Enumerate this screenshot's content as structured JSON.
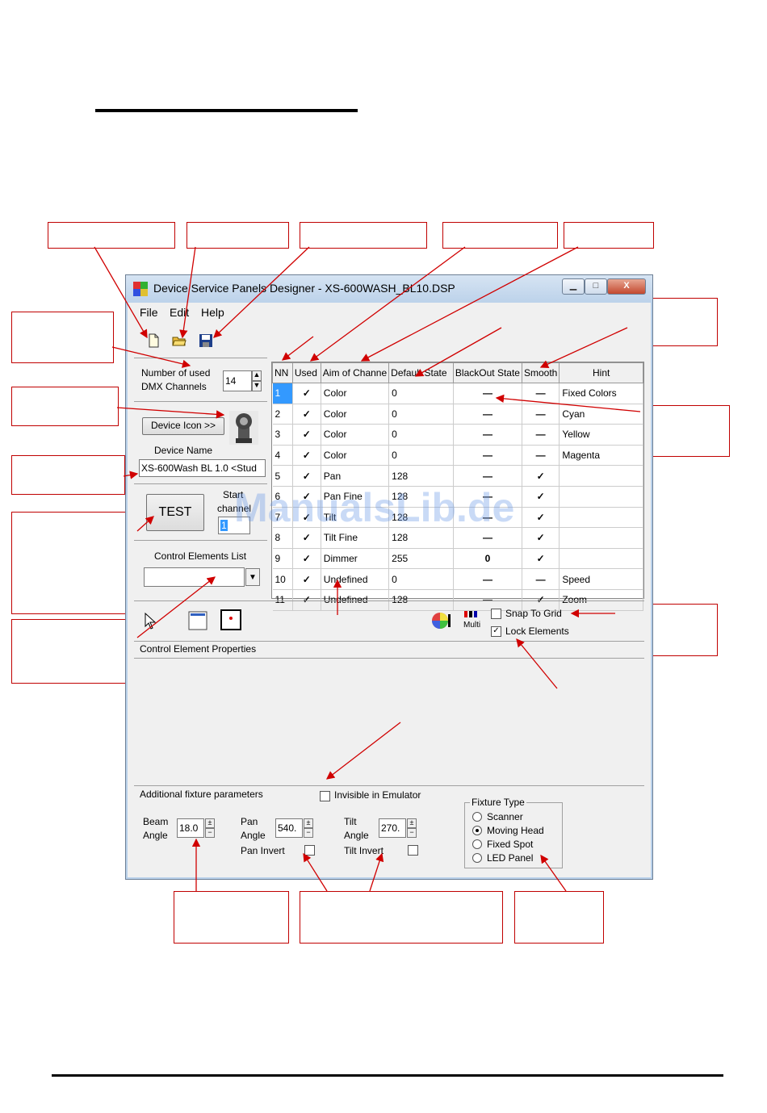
{
  "window": {
    "title": "Device Service Panels Designer - XS-600WASH_BL10.DSP",
    "min_label": "▁",
    "max_label": "□",
    "close_label": "X"
  },
  "menu": [
    "File",
    "Edit",
    "Help"
  ],
  "left_panel": {
    "channels_label_1": "Number of used",
    "channels_label_2": "DMX Channels",
    "channels_value": "14",
    "device_icon_button": "Device Icon >>",
    "device_name_label": "Device Name",
    "device_name_value": "XS-600Wash BL 1.0 <Stud",
    "test_button": "TEST",
    "start_channel_label_1": "Start",
    "start_channel_label_2": "channel",
    "start_channel_value": "1",
    "control_elements_label": "Control Elements List"
  },
  "grid": {
    "columns": [
      "NN",
      "Used",
      "Aim of Channe",
      "Default State",
      "BlackOut State",
      "Smooth",
      "Hint"
    ],
    "rows": [
      {
        "nn": "1",
        "used": "✓",
        "aim": "Color",
        "default": "0",
        "blackout": "—",
        "smooth": "—",
        "hint": "Fixed Colors"
      },
      {
        "nn": "2",
        "used": "✓",
        "aim": "Color",
        "default": "0",
        "blackout": "—",
        "smooth": "—",
        "hint": "Cyan"
      },
      {
        "nn": "3",
        "used": "✓",
        "aim": "Color",
        "default": "0",
        "blackout": "—",
        "smooth": "—",
        "hint": "Yellow"
      },
      {
        "nn": "4",
        "used": "✓",
        "aim": "Color",
        "default": "0",
        "blackout": "—",
        "smooth": "—",
        "hint": "Magenta"
      },
      {
        "nn": "5",
        "used": "✓",
        "aim": "Pan",
        "default": "128",
        "blackout": "—",
        "smooth": "✓",
        "hint": ""
      },
      {
        "nn": "6",
        "used": "✓",
        "aim": "Pan Fine",
        "default": "128",
        "blackout": "—",
        "smooth": "✓",
        "hint": ""
      },
      {
        "nn": "7",
        "used": "✓",
        "aim": "Tilt",
        "default": "128",
        "blackout": "—",
        "smooth": "✓",
        "hint": ""
      },
      {
        "nn": "8",
        "used": "✓",
        "aim": "Tilt Fine",
        "default": "128",
        "blackout": "—",
        "smooth": "✓",
        "hint": ""
      },
      {
        "nn": "9",
        "used": "✓",
        "aim": "Dimmer",
        "default": "255",
        "blackout": "0",
        "smooth": "✓",
        "hint": ""
      },
      {
        "nn": "10",
        "used": "✓",
        "aim": "Undefined",
        "default": "0",
        "blackout": "—",
        "smooth": "—",
        "hint": "Speed"
      },
      {
        "nn": "11",
        "used": "✓",
        "aim": "Undefined",
        "default": "128",
        "blackout": "—",
        "smooth": "✓",
        "hint": "Zoom"
      }
    ]
  },
  "toolbar2": {
    "multi_label": "Multi",
    "snap_to_grid": "Snap To Grid",
    "lock_elements": "Lock Elements"
  },
  "properties_label": "Control Element Properties",
  "additional": {
    "label": "Additional fixture parameters",
    "invisible_label": "Invisible in Emulator",
    "beam_label_1": "Beam",
    "beam_label_2": "Angle",
    "beam_value": "18.0",
    "pan_label_1": "Pan",
    "pan_label_2": "Angle",
    "pan_value": "540.",
    "tilt_label_1": "Tilt",
    "tilt_label_2": "Angle",
    "tilt_value": "270.",
    "pan_invert": "Pan Invert",
    "tilt_invert": "Tilt Invert"
  },
  "fixture_type": {
    "label": "Fixture Type",
    "options": [
      "Scanner",
      "Moving Head",
      "Fixed Spot",
      "LED Panel"
    ],
    "selected": "Moving Head"
  },
  "watermark": "ManualsLib.de",
  "colors": {
    "selection": "#3399ff",
    "callout": "#c00000",
    "titlebar": "#bcd2ea"
  }
}
